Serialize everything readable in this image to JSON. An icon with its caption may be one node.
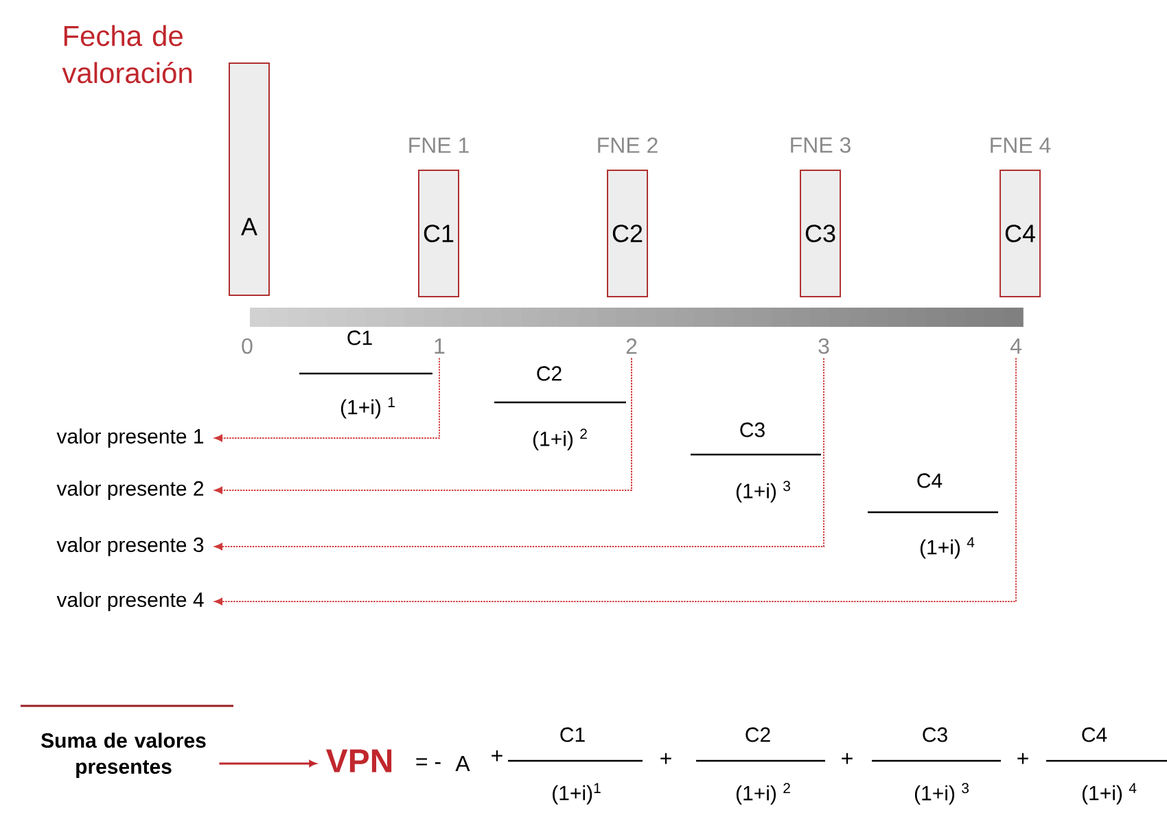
{
  "diagram": {
    "nodes": [
      {
        "text": [
          "A"
        ]
      },
      {
        "text": [
          "C1"
        ],
        "beside": [
          "FNE  1"
        ]
      },
      {
        "text": [
          "C2"
        ],
        "beside": [
          "FNE  2"
        ]
      },
      {
        "text": [
          "C3"
        ],
        "beside": [
          "FNE 3"
        ]
      },
      {
        "text": [
          "C4"
        ],
        "beside": [
          "FNE 4"
        ]
      },
      {
        "text": [
          "1"
        ]
      },
      {
        "text": [
          "2"
        ]
      },
      {
        "text": [
          "3"
        ]
      },
      {
        "text": [
          "4"
        ]
      },
      {
        "text": [
          "valor presente 1"
        ]
      },
      {
        "text": [
          "valor presente 2"
        ]
      },
      {
        "text": [
          "valor presente 3"
        ]
      },
      {
        "text": [
          "valor presente 4"
        ]
      },
      {
        "text": [
          "Suma de valores presentes"
        ]
      },
      {
        "text": [
          "VPN"
        ]
      }
    ],
    "edges": [
      {
        "from": 5,
        "to": 9,
        "arrow": "to",
        "style": "dashed",
        "color": "#d03a3a"
      },
      {
        "from": 6,
        "to": 10,
        "arrow": "to",
        "style": "dashed",
        "color": "#d03a3a"
      },
      {
        "from": 7,
        "to": 11,
        "arrow": "to",
        "style": "dashed",
        "color": "#d03a3a"
      },
      {
        "from": 8,
        "to": 12,
        "arrow": "to",
        "style": "dashed",
        "color": "#d03a3a"
      },
      {
        "from": 13,
        "to": 14,
        "arrow": "to",
        "color": "#c0272d"
      }
    ],
    "labels": [
      "Fecha de valoración",
      "0",
      "C1",
      "(1+i) $^{1}$",
      "C2",
      "(1+i) $^{2}$",
      "C3",
      "(1+i) $^{3}$",
      "C4",
      "(1+i) $^{4}$",
      "= -",
      "A",
      "+",
      "C1",
      "(1+i)$^{1}$",
      "+",
      "C2",
      "(1+i) $^{2}$",
      "+",
      "C3",
      "(1+i) $^{3}$",
      "+",
      "C4",
      "(1+i) $^{4}$"
    ]
  }
}
